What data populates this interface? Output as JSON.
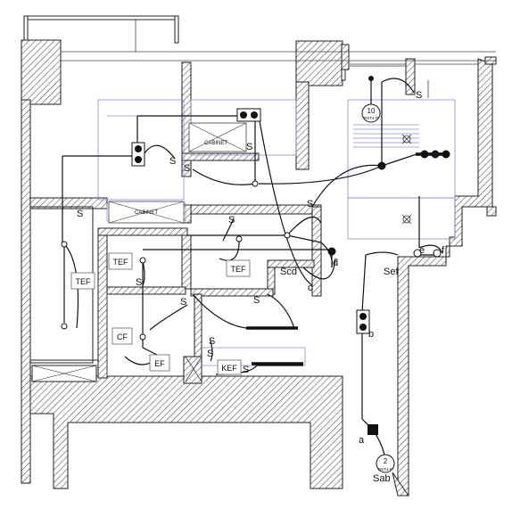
{
  "plan": {
    "switches": [
      "S",
      "S",
      "S",
      "S",
      "S",
      "S",
      "S",
      "S",
      "S",
      "S",
      "S",
      "S",
      "S"
    ],
    "fixtures": {
      "tef_1": "TEF",
      "tef_2": "TEF",
      "tef_3": "TEF",
      "cf": "CF",
      "ef": "EF",
      "kef": "KEF"
    },
    "rooms": {
      "cabinet_top": "CABINET",
      "cabinet_mid": "CABINET"
    },
    "circuit_letters": {
      "a": "a",
      "b": "b",
      "c": "c",
      "d": "d",
      "e": "e",
      "f": "f"
    },
    "panel_labels": {
      "scd": "Scd",
      "sef": "Sef",
      "sab": "Sab"
    },
    "circuit_tags": {
      "tag_top_num": "10",
      "tag_top_sub": "RST4-P",
      "tag_bottom_num": "2",
      "tag_bottom_sub": "RST4-P"
    },
    "colors": {
      "wall_hatch": "#555555",
      "wire": "#111111",
      "interior_line": "#8a8fcf"
    }
  }
}
